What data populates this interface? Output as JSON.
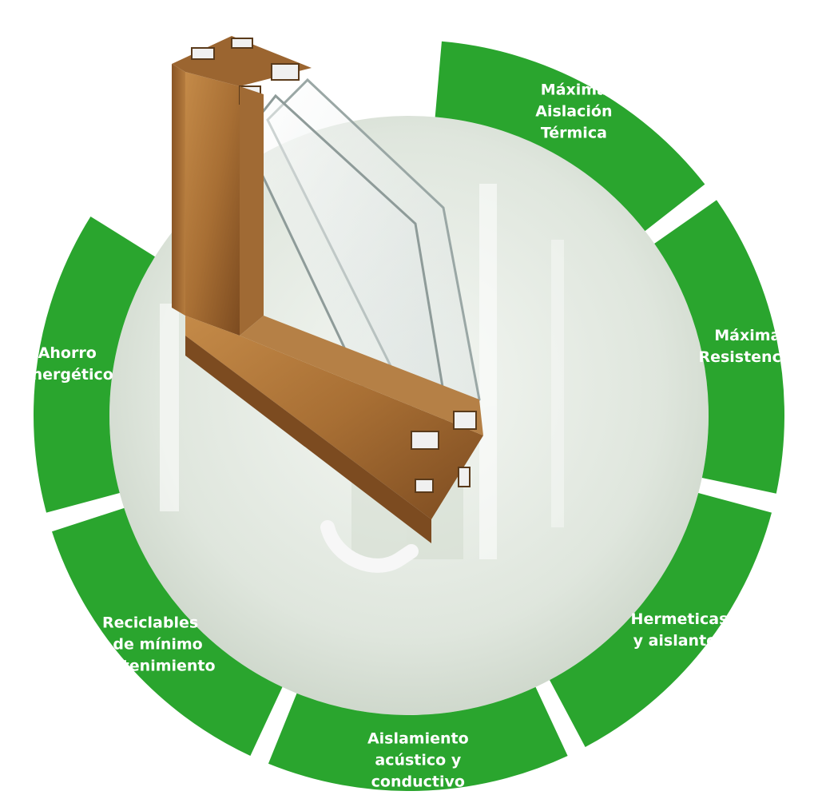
{
  "colors": {
    "segment": "#2aa52e",
    "wood_light": "#b27a3c",
    "wood_dark": "#7a4a1e",
    "backdrop": "#e6ebe6"
  },
  "segments": [
    {
      "label": "Máxima\nAislación\nTérmica"
    },
    {
      "label": "Máxima\nResistencia"
    },
    {
      "label": "Hermeticas\ny aislantes"
    },
    {
      "label": "Aislamiento\nacústico y\nconductivo"
    },
    {
      "label": "Reciclables\ny de mínimo\nmantenimiento"
    },
    {
      "label": "Ahorro\nenergético"
    }
  ]
}
